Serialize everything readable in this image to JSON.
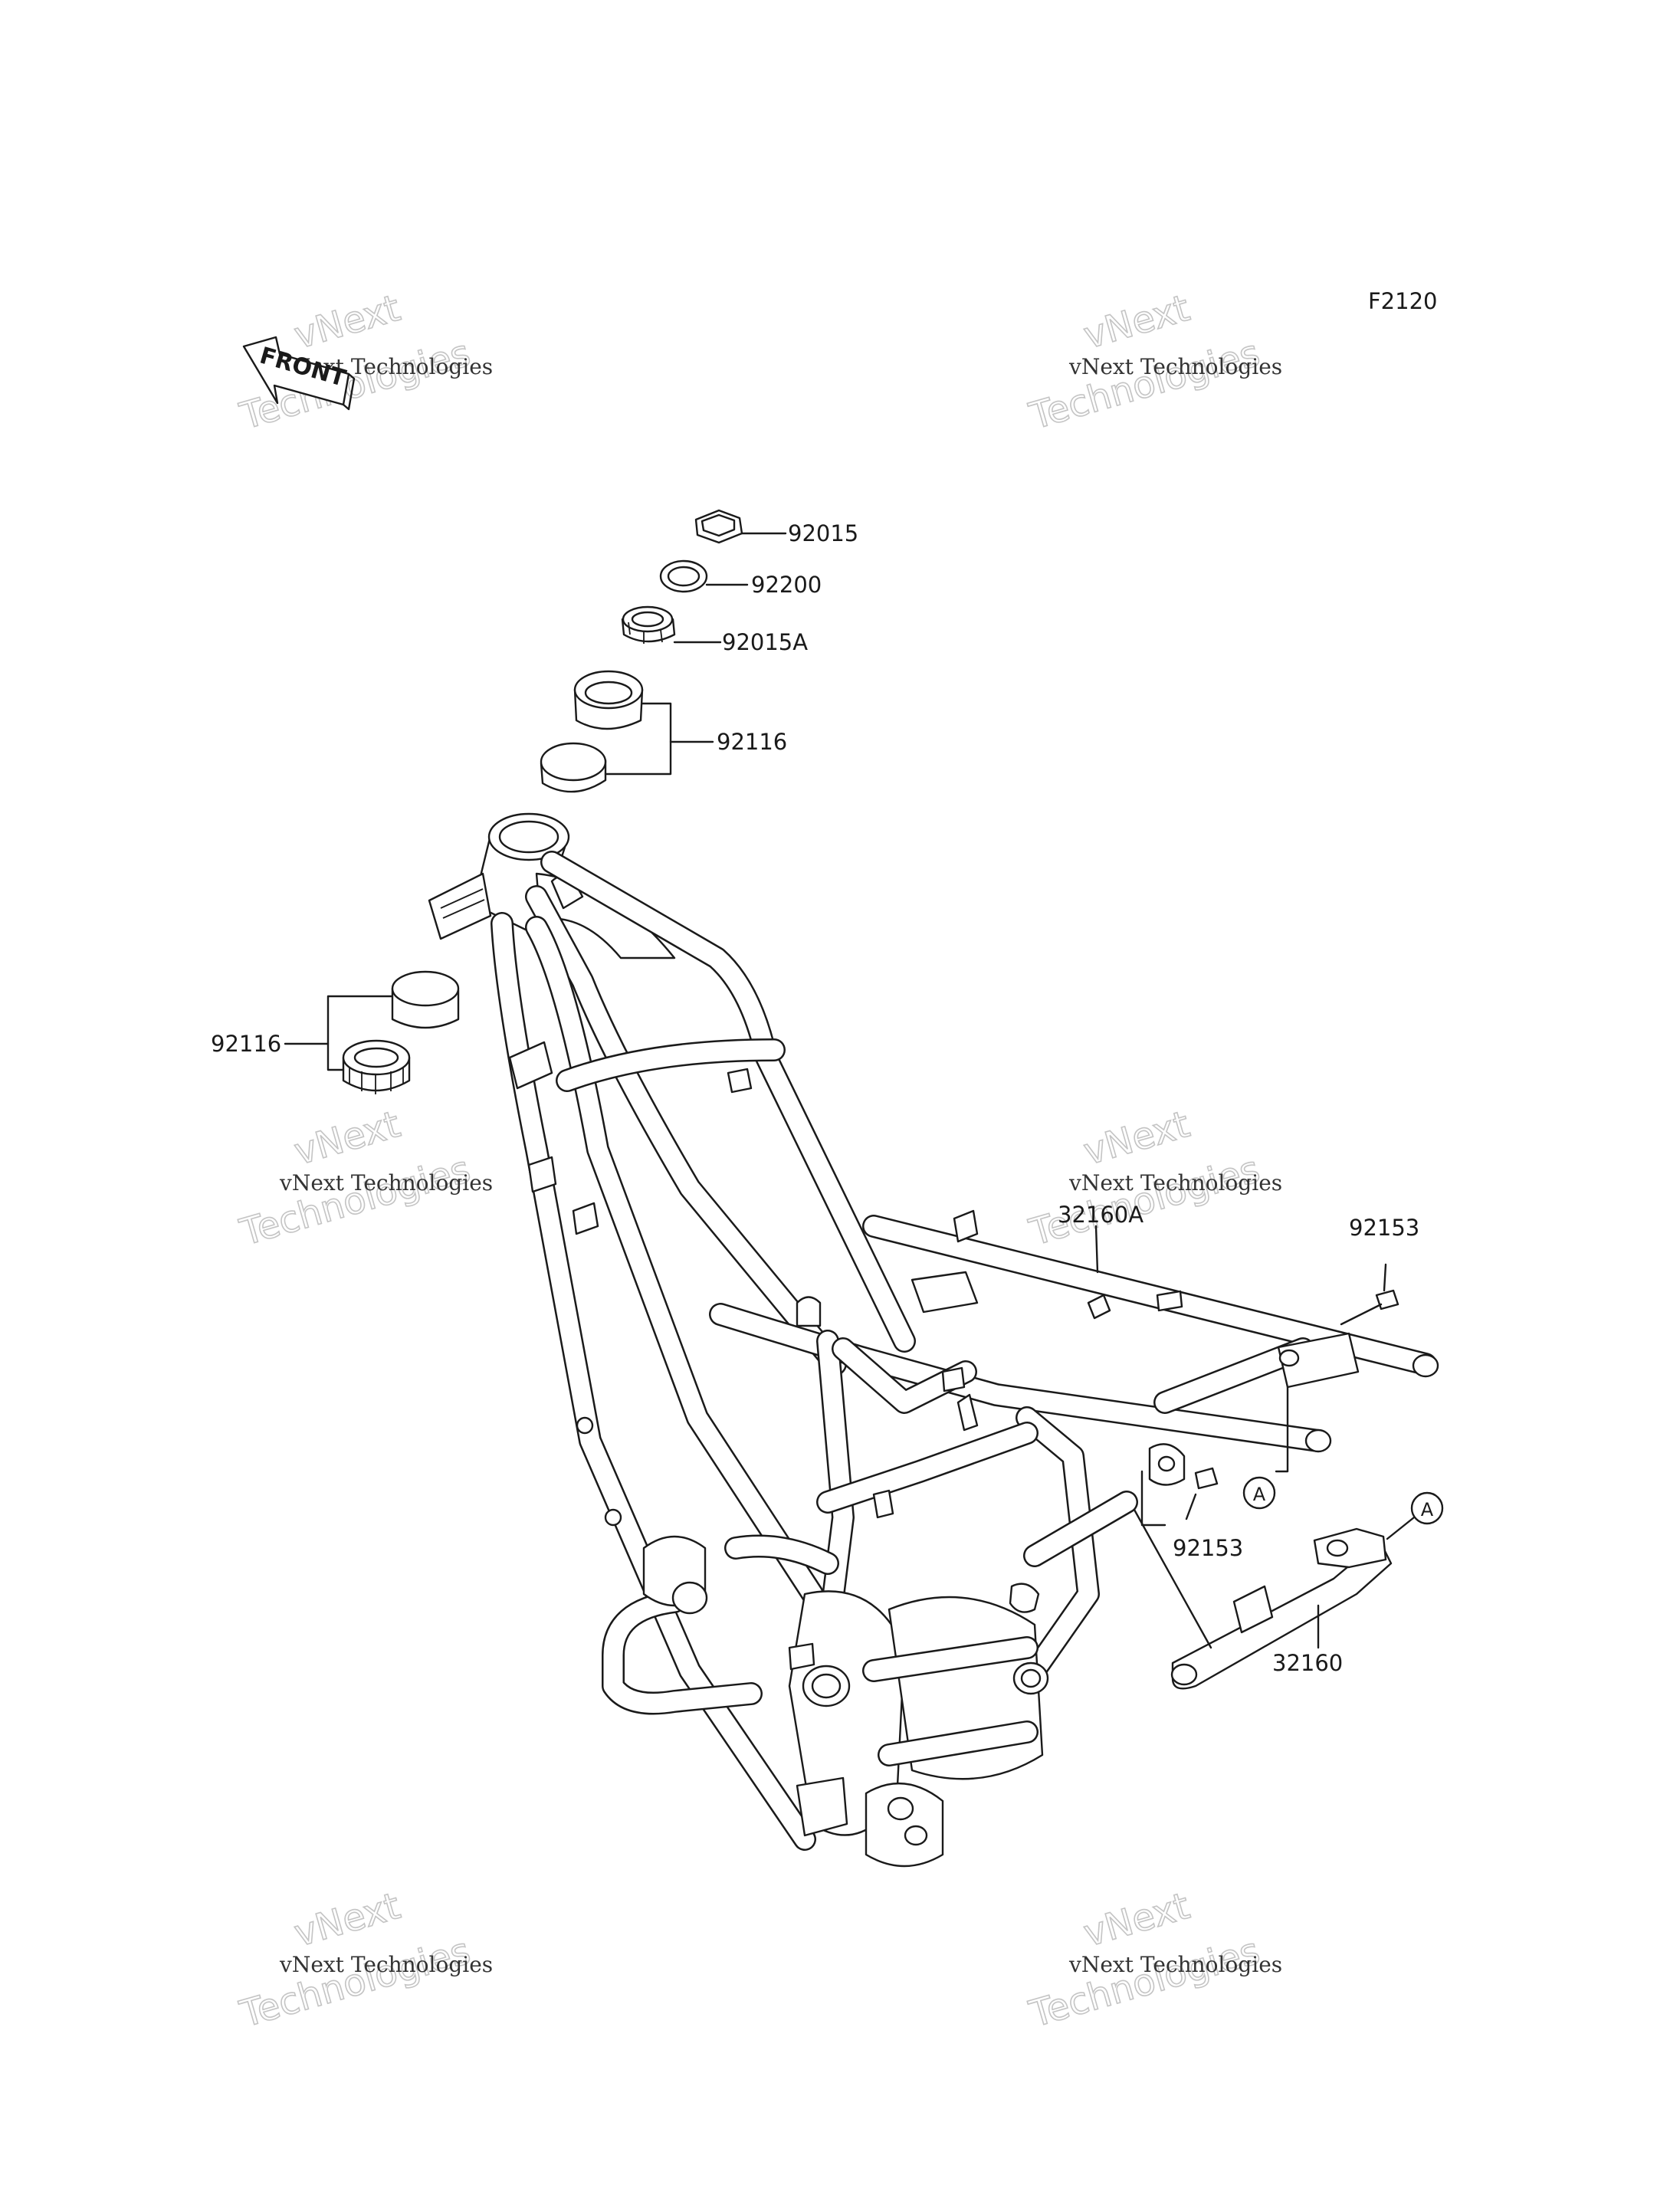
{
  "diagram_code": "F2120",
  "front_label": "FRONT",
  "parts": {
    "p92015": "92015",
    "p92200": "92200",
    "p92015A": "92015A",
    "p92116_top": "92116",
    "p92116_left": "92116",
    "p32160A": "32160A",
    "p92153_right": "92153",
    "p92153_lower": "92153",
    "p32160": "32160",
    "ref_a1": "A",
    "ref_a2": "A"
  },
  "watermark": {
    "line1": "vNext Technologies",
    "line2": "vNext",
    "line3": "Technologies"
  }
}
